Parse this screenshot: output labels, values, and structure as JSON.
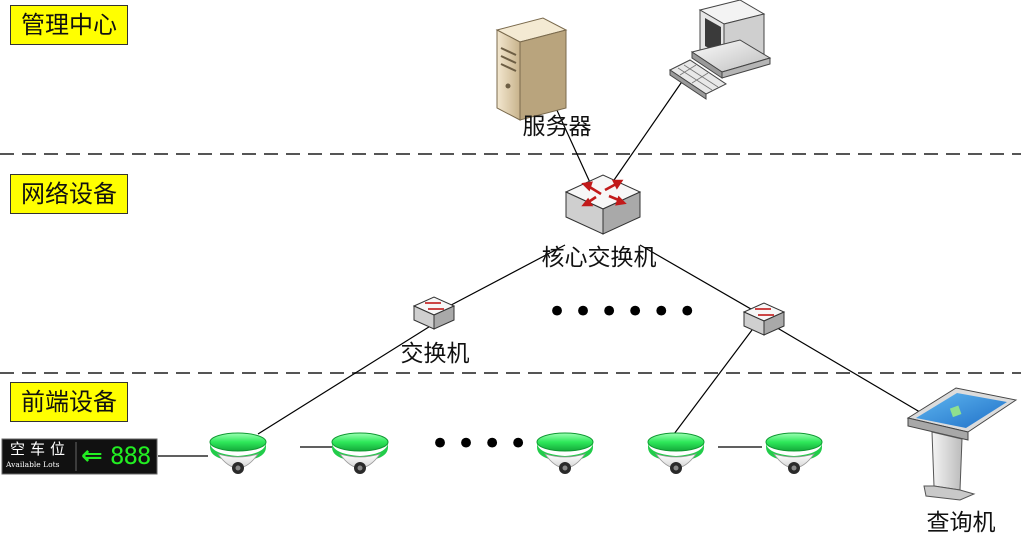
{
  "tiers": {
    "management": "管理中心",
    "network": "网络设备",
    "frontend": "前端设备"
  },
  "nodes": {
    "server": "服务器",
    "core_switch": "核心交换机",
    "switch": "交换机",
    "kiosk": "查询机"
  },
  "ellipsis": "••••••",
  "sign": {
    "title": "空车位",
    "subtitle": "Available Lots",
    "count": "888",
    "arrow_color": "#22ee22",
    "count_color": "#22ee22"
  },
  "colors": {
    "tier_label_bg": "#ffff00",
    "camera_ring": "#2ee85a",
    "line": "#000000",
    "divider": "#555555"
  }
}
